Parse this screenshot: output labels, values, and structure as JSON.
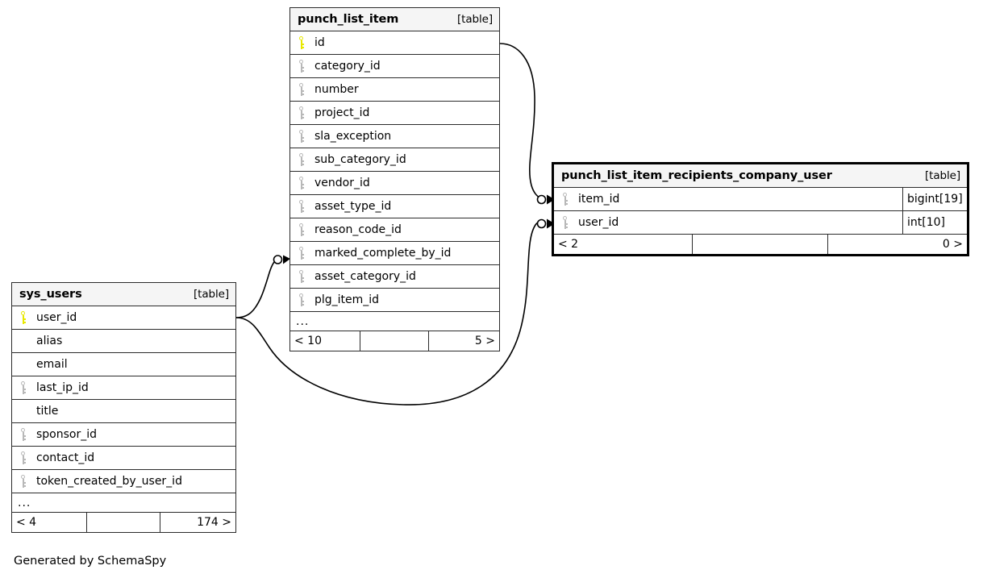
{
  "diagram": {
    "tool": "SchemaSpy",
    "footer_note": "Generated by SchemaSpy",
    "table_tag": "[table]",
    "ellipsis": "...",
    "key_icons": {
      "primary": "primary-key-icon",
      "foreign": "foreign-key-icon"
    },
    "colors": {
      "primary_key": "#e8e800",
      "foreign_key": "#b8b8b8",
      "header_background": "#f5f5f5",
      "border": "#2b2b2b",
      "focus_border": "#000000",
      "edge": "#000000",
      "background": "#ffffff"
    }
  },
  "tables": [
    {
      "id": "punch_list_item",
      "name": "punch_list_item",
      "tag": "[table]",
      "focus": false,
      "show_types": false,
      "columns": [
        {
          "name": "id",
          "key": "primary",
          "type": ""
        },
        {
          "name": "category_id",
          "key": "foreign",
          "type": ""
        },
        {
          "name": "number",
          "key": "foreign",
          "type": ""
        },
        {
          "name": "project_id",
          "key": "foreign",
          "type": ""
        },
        {
          "name": "sla_exception",
          "key": "foreign",
          "type": ""
        },
        {
          "name": "sub_category_id",
          "key": "foreign",
          "type": ""
        },
        {
          "name": "vendor_id",
          "key": "foreign",
          "type": ""
        },
        {
          "name": "asset_type_id",
          "key": "foreign",
          "type": ""
        },
        {
          "name": "reason_code_id",
          "key": "foreign",
          "type": ""
        },
        {
          "name": "marked_complete_by_id",
          "key": "foreign",
          "type": ""
        },
        {
          "name": "asset_category_id",
          "key": "foreign",
          "type": ""
        },
        {
          "name": "plg_item_id",
          "key": "foreign",
          "type": ""
        }
      ],
      "has_more_row": true,
      "footer": {
        "left": "< 10",
        "middle": "",
        "right": "5 >"
      }
    },
    {
      "id": "punch_list_item_recipients_company_user",
      "name": "punch_list_item_recipients_company_user",
      "tag": "[table]",
      "focus": true,
      "show_types": true,
      "columns": [
        {
          "name": "item_id",
          "key": "foreign",
          "type": "bigint[19]"
        },
        {
          "name": "user_id",
          "key": "foreign",
          "type": "int[10]"
        }
      ],
      "has_more_row": false,
      "footer": {
        "left": "< 2",
        "middle": "",
        "right": "0 >"
      }
    },
    {
      "id": "sys_users",
      "name": "sys_users",
      "tag": "[table]",
      "focus": false,
      "show_types": false,
      "columns": [
        {
          "name": "user_id",
          "key": "primary",
          "type": ""
        },
        {
          "name": "alias",
          "key": "none",
          "type": ""
        },
        {
          "name": "email",
          "key": "none",
          "type": ""
        },
        {
          "name": "last_ip_id",
          "key": "foreign",
          "type": ""
        },
        {
          "name": "title",
          "key": "none",
          "type": ""
        },
        {
          "name": "sponsor_id",
          "key": "foreign",
          "type": ""
        },
        {
          "name": "contact_id",
          "key": "foreign",
          "type": ""
        },
        {
          "name": "token_created_by_user_id",
          "key": "foreign",
          "type": ""
        }
      ],
      "has_more_row": true,
      "footer": {
        "left": "< 4",
        "middle": "",
        "right": "174 >"
      }
    }
  ],
  "relationships": [
    {
      "name": "punch-list-item-to-recipients-item-id",
      "from_table": "punch_list_item",
      "from_column": "id",
      "to_table": "punch_list_item_recipients_company_user",
      "to_column": "item_id",
      "cardinality": "zero-or-one-to-many"
    },
    {
      "name": "sys-users-to-punch-list-item-marked-complete-by",
      "from_table": "sys_users",
      "from_column": "user_id",
      "to_table": "punch_list_item",
      "to_column": "marked_complete_by_id",
      "cardinality": "zero-or-one-to-many"
    },
    {
      "name": "sys-users-to-recipients-user-id",
      "from_table": "sys_users",
      "from_column": "user_id",
      "to_table": "punch_list_item_recipients_company_user",
      "to_column": "user_id",
      "cardinality": "zero-or-one-to-many"
    }
  ]
}
